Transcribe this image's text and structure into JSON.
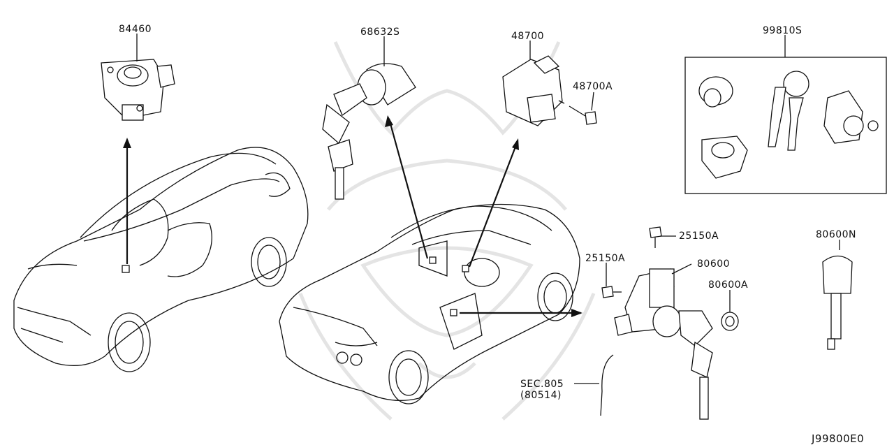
{
  "parts": [
    {
      "id": "84460",
      "label": "84460"
    },
    {
      "id": "68632S",
      "label": "68632S"
    },
    {
      "id": "48700",
      "label": "48700"
    },
    {
      "id": "48700A",
      "label": "48700A"
    },
    {
      "id": "99810S",
      "label": "99810S"
    },
    {
      "id": "25150A-top",
      "label": "25150A"
    },
    {
      "id": "25150A-left",
      "label": "25150A"
    },
    {
      "id": "80600",
      "label": "80600"
    },
    {
      "id": "80600A",
      "label": "80600A"
    },
    {
      "id": "80600N",
      "label": "80600N"
    }
  ],
  "section_ref": {
    "line1": "SEC.805",
    "line2": "(80514)"
  },
  "diagram_code": "J99800E0"
}
